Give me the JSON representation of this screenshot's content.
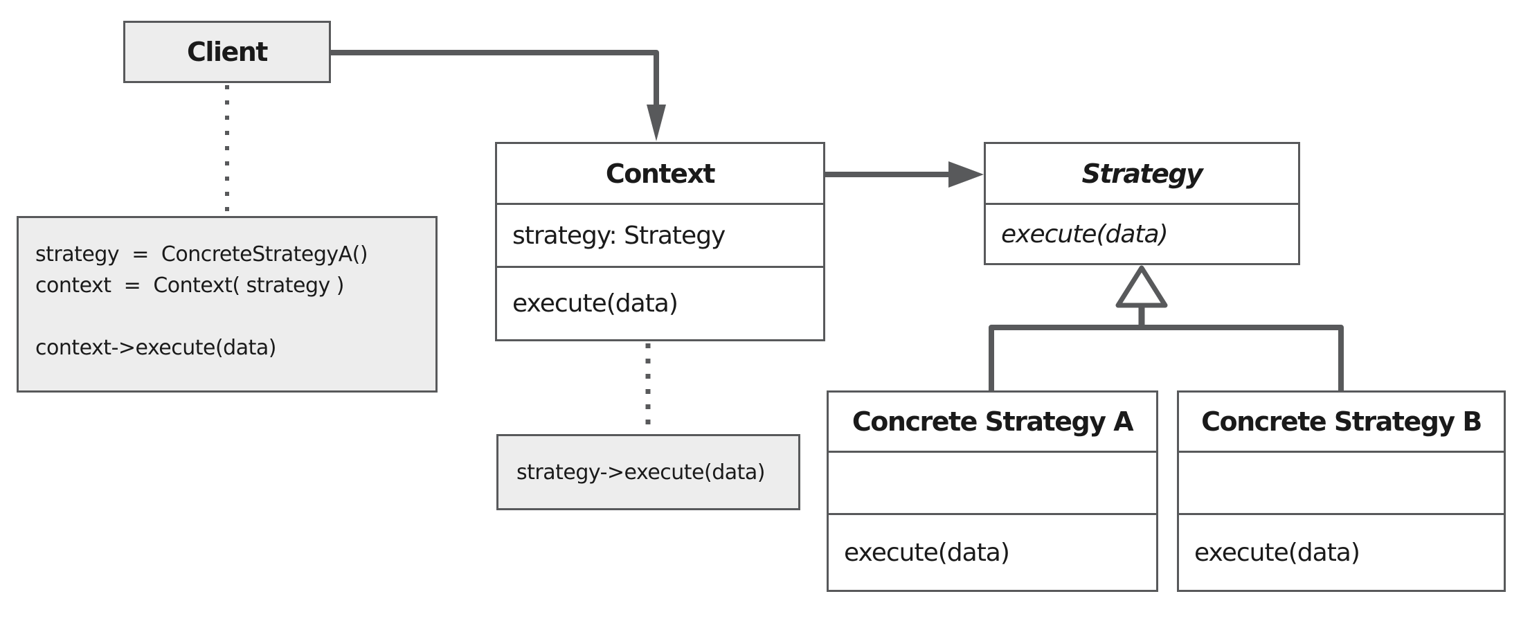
{
  "palette": {
    "line_color": "#58595b",
    "note_fill": "#ededed",
    "class_fill": "#ffffff",
    "text_color": "#1a1a1a",
    "background": "#ffffff"
  },
  "classes": {
    "client": {
      "name": "Client"
    },
    "context": {
      "name": "Context",
      "attributes": [
        "strategy: Strategy"
      ],
      "methods": [
        "execute(data)"
      ]
    },
    "strategy": {
      "name": "Strategy",
      "methods": [
        "execute(data)"
      ]
    },
    "concrete_strategy_a": {
      "name": "Concrete Strategy A",
      "methods": [
        "execute(data)"
      ]
    },
    "concrete_strategy_b": {
      "name": "Concrete Strategy B",
      "methods": [
        "execute(data)"
      ]
    }
  },
  "notes": {
    "client_code": {
      "lines": [
        "strategy  =  ConcreteStrategyA()",
        "context  =  Context( strategy )",
        "",
        "context->execute(data)"
      ]
    },
    "context_code": {
      "lines": [
        "strategy->execute(data)"
      ]
    }
  },
  "relationships": [
    {
      "type": "association-arrow",
      "from": "Client",
      "to": "Context"
    },
    {
      "type": "association-arrow",
      "from": "Context",
      "to": "Strategy"
    },
    {
      "type": "inheritance-hollow-triangle",
      "from": "Concrete Strategy A",
      "to": "Strategy"
    },
    {
      "type": "inheritance-hollow-triangle",
      "from": "Concrete Strategy B",
      "to": "Strategy"
    },
    {
      "type": "dotted-note-anchor",
      "from": "client_code",
      "to": "Client"
    },
    {
      "type": "dotted-note-anchor",
      "from": "context_code",
      "to": "Context"
    }
  ]
}
